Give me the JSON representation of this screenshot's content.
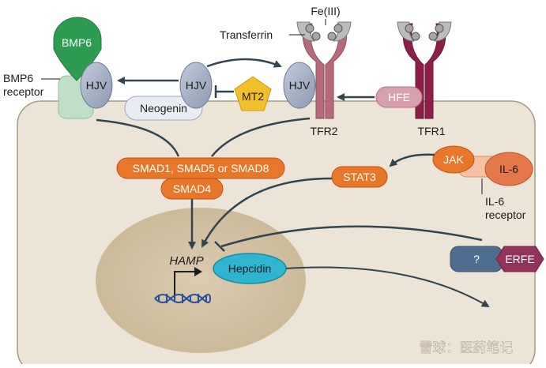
{
  "labels": {
    "fe": "Fe(III)",
    "transferrin": "Transferrin",
    "bmp6": "BMP6",
    "bmp6_receptor_l1": "BMP6",
    "bmp6_receptor_l2": "receptor",
    "hjv": "HJV",
    "neogenin": "Neogenin",
    "mt2": "MT2",
    "hfe": "HFE",
    "tfr2": "TFR2",
    "tfr1": "TFR1",
    "smad158": "SMAD1, SMAD5 or SMAD8",
    "smad4": "SMAD4",
    "stat3": "STAT3",
    "jak": "JAK",
    "il6": "IL-6",
    "il6_receptor_l1": "IL-6",
    "il6_receptor_l2": "receptor",
    "hamp": "HAMP",
    "hepcidin": "Hepcidin",
    "unknown": "?",
    "erfe": "ERFE",
    "watermark": "雪球：医药笔记"
  },
  "colors": {
    "cell": "#ece4d6",
    "nucleus": "#d2c1a5",
    "smad": "#e8772a",
    "hjv": "#a9b4c9",
    "bmp6": "#2e9c50",
    "mt2": "#f2c12a",
    "tfr2": "#b56b7c",
    "tfr1": "#8d1e47",
    "hfe": "#d8a0ae",
    "hepcidin": "#2eb5cf",
    "erfe": "#93325a",
    "unknown": "#4f6d8f",
    "arrow": "#33444f"
  }
}
